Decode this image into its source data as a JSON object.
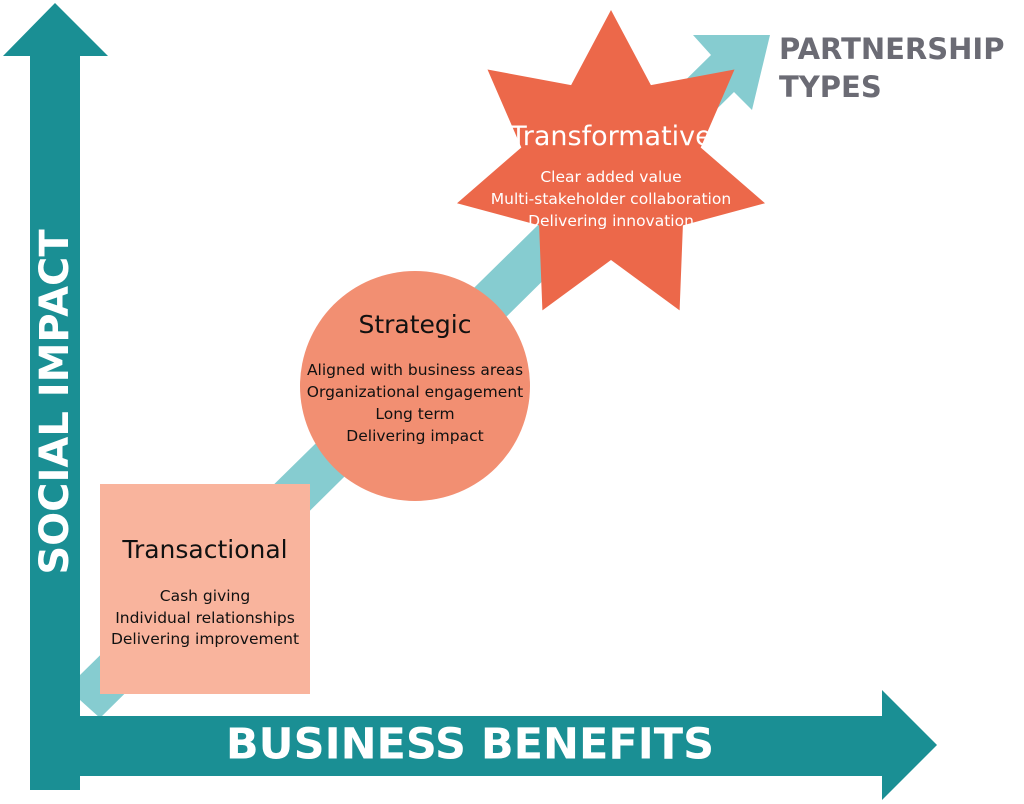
{
  "title": {
    "line1": "PARTNERSHIP",
    "line2": "TYPES"
  },
  "axes": {
    "y_label": "SOCIAL IMPACT",
    "x_label": "BUSINESS BENEFITS"
  },
  "colors": {
    "axis": "#1a8f94",
    "trend_arrow": "#86ccd0",
    "transactional": "#f9b49d",
    "strategic": "#f28f72",
    "transformative": "#ec684a",
    "title_text": "#6b6b74"
  },
  "nodes": [
    {
      "id": "transactional",
      "shape": "square",
      "title": "Transactional",
      "items": [
        "Cash giving",
        "Individual relationships",
        "Delivering improvement"
      ]
    },
    {
      "id": "strategic",
      "shape": "circle",
      "title": "Strategic",
      "items": [
        "Aligned with business areas",
        "Organizational engagement",
        "Long term",
        "Delivering impact"
      ]
    },
    {
      "id": "transformative",
      "shape": "star",
      "title": "Transformative",
      "items": [
        "Clear added value",
        "Multi-stakeholder collaboration",
        "Delivering innovation"
      ]
    }
  ]
}
